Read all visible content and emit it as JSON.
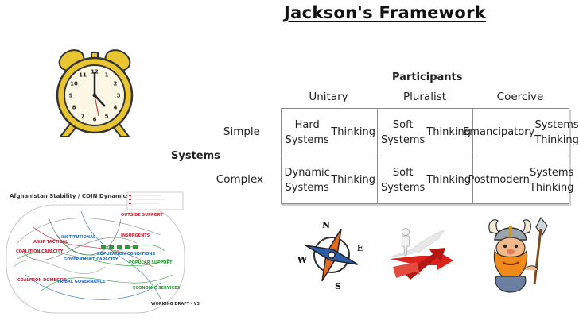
{
  "title": "Jackson's Framework",
  "participants_label": "Participants",
  "systems_label": "Systems",
  "columns": [
    "Unitary",
    "Pluralist",
    "Coercive"
  ],
  "rows": [
    "Simple",
    "Complex"
  ],
  "cells": [
    [
      "Hard Systems Thinking",
      "Soft Systems Thinking",
      "Emancipatory Systems Thinking"
    ],
    [
      "Dynamic Systems Thinking",
      "Soft Systems Thinking",
      "Postmodern Systems Thinking"
    ]
  ],
  "cell_lines": [
    [
      [
        "Hard Systems",
        "Thinking"
      ],
      [
        "Soft Systems",
        "Thinking"
      ],
      [
        "Emancipatory",
        "Systems Thinking"
      ]
    ],
    [
      [
        "Dynamic Systems",
        "Thinking"
      ],
      [
        "Soft Systems",
        "Thinking"
      ],
      [
        "Postmodern",
        "Systems Thinking"
      ]
    ]
  ],
  "diagram_thumbnail": {
    "title": "Afghanistan Stability / COIN Dynamics",
    "footer": "WORKING DRAFT - V3"
  },
  "compass_letters": {
    "n": "N",
    "e": "E",
    "s": "S",
    "w": "W"
  },
  "clock_numbers": [
    "12",
    "1",
    "2",
    "3",
    "4",
    "5",
    "6",
    "7",
    "8",
    "9",
    "10",
    "11"
  ],
  "icons": [
    "alarm-clock-icon",
    "compass-icon",
    "crossroads-arrows-icon",
    "viking-icon"
  ],
  "colors": {
    "clock_gold": "#e9c531",
    "grid_border": "#8a8a8a",
    "arrow_red": "#d9231d",
    "compass_orange": "#e46a1f",
    "compass_blue": "#2c5da8"
  }
}
